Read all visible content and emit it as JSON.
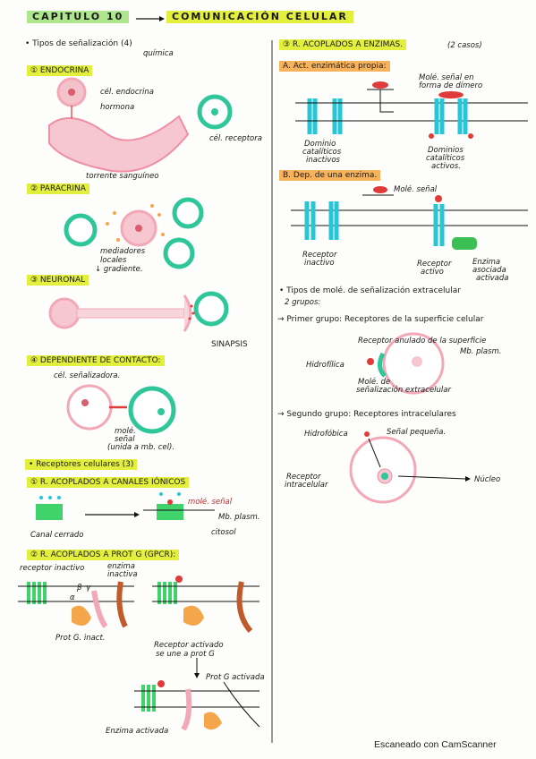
{
  "header": {
    "chapter": "CAPITULO 10",
    "topic": "COMUNICACIÓN CELULAR"
  },
  "left": {
    "tipos": "• Tipos de señalización (4)",
    "tipos_sub": "química",
    "endocrina": {
      "title": "① ENDOCRINA",
      "l1": "cél. endocrina",
      "l2": "hormona",
      "l3": "cél. receptora",
      "l4": "torrente sanguíneo"
    },
    "paracrina": {
      "title": "② PARACRINA",
      "l1": "mediadores",
      "l2": "locales",
      "l3": "↓ gradiente."
    },
    "neuronal": {
      "title": "③ NEURONAL",
      "l1": "SINAPSIS"
    },
    "contacto": {
      "title": "④ DEPENDIENTE DE CONTACTO:",
      "l1": "cél. señalizadora.",
      "l2": "molé.",
      "l3": "señal",
      "l4": "(unida a mb. cel)."
    },
    "receptores": "• Receptores celulares (3)",
    "r1": {
      "title": "① R. ACOPLADOS A CANALES IÓNICOS",
      "l1": "molé. señal",
      "l2": "Mb. plasm.",
      "l3": "citosol",
      "l4": "Canal cerrado"
    },
    "r2": {
      "title": "② R. ACOPLADOS A PROT G (GPCR):",
      "l1": "receptor inactivo",
      "l2": "enzima",
      "l3": "inactiva",
      "l4": "β",
      "l5": "γ",
      "l6": "α",
      "l7": "Prot G. inact.",
      "l8": "Receptor activado",
      "l9": "se une a prot G",
      "l10": "Prot G activada",
      "l11": "Enzima activada"
    }
  },
  "right": {
    "r3": {
      "title": "③ R. ACOPLADOS A ENZIMAS.",
      "sub": "(2 casos)"
    },
    "a": {
      "title": "A. Act. enzimática propia:",
      "l1": "Molé. señal en",
      "l2": "forma de dímero",
      "l3": "Dominio",
      "l4": "catalíticos",
      "l5": "inactivos",
      "l6": "Dominios",
      "l7": "catalíticos",
      "l8": "activos."
    },
    "b": {
      "title": "B. Dep. de una enzima.",
      "l1": "Molé. señal",
      "l2": "Receptor",
      "l3": "inactivo",
      "l4": "Receptor",
      "l5": "activo",
      "l6": "Enzima",
      "l7": "asociada",
      "l8": "activada"
    },
    "tipos_mol": {
      "title": "• Tipos de molé. de señalización extracelular",
      "sub": "2 grupos:"
    },
    "g1": {
      "title": "→ Primer grupo: Receptores de la superficie celular",
      "l1": "Receptor anulado de la superficie",
      "l2": "Mb. plasm.",
      "l3": "Hidrofílica",
      "l4": "Molé. de",
      "l5": "señalización extracelular"
    },
    "g2": {
      "title": "→ Segundo grupo: Receptores intracelulares",
      "l1": "Hidrofóbica",
      "l2": "Señal pequeña.",
      "l3": "Receptor",
      "l4": "intracelular",
      "l5": "Núcleo"
    }
  },
  "footer": "Escaneado con CamScanner",
  "colors": {
    "green": "#2fc79a",
    "pink": "#f2a8b6",
    "red": "#e03b3b",
    "cyan": "#27c6d6",
    "orange": "#f5a54a",
    "yellow": "#e2ef3c",
    "brown": "#c05a2a"
  }
}
